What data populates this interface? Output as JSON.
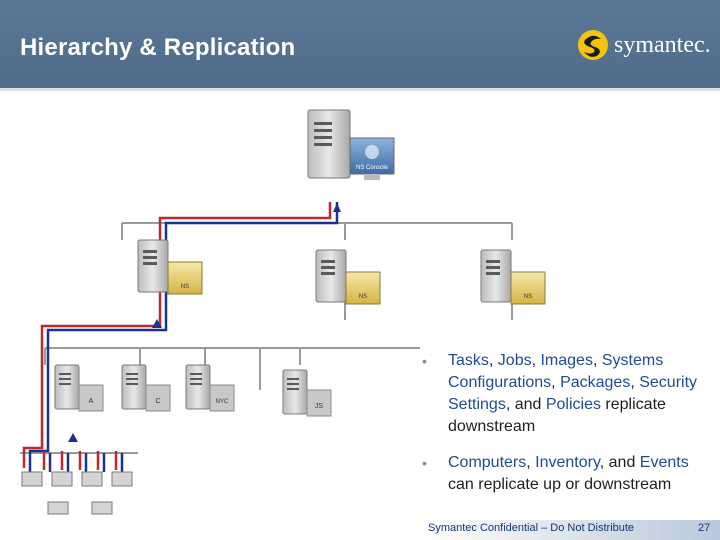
{
  "slide": {
    "title": "Hierarchy & Replication",
    "logo_text": "symantec.",
    "footer_text": "Symantec Confidential – Do Not Distribute",
    "page_number": "27"
  },
  "bullets": [
    {
      "parts": [
        {
          "text": "Tasks",
          "color": "blue"
        },
        {
          "text": ", ",
          "color": "black"
        },
        {
          "text": "Jobs",
          "color": "blue"
        },
        {
          "text": ", ",
          "color": "black"
        },
        {
          "text": "Images",
          "color": "blue"
        },
        {
          "text": ", ",
          "color": "black"
        },
        {
          "text": "Systems Configurations",
          "color": "blue"
        },
        {
          "text": ", ",
          "color": "black"
        },
        {
          "text": "Packages",
          "color": "blue"
        },
        {
          "text": ", ",
          "color": "black"
        },
        {
          "text": "Security Settings",
          "color": "blue"
        },
        {
          "text": ", and ",
          "color": "black"
        },
        {
          "text": "Policies",
          "color": "blue"
        },
        {
          "text": " replicate downstream",
          "color": "black"
        }
      ]
    },
    {
      "parts": [
        {
          "text": "Computers",
          "color": "blue"
        },
        {
          "text": ", ",
          "color": "black"
        },
        {
          "text": "Inventory",
          "color": "blue"
        },
        {
          "text": ", and ",
          "color": "black"
        },
        {
          "text": "Events",
          "color": "blue"
        },
        {
          "text": " can replicate up or downstream",
          "color": "black"
        }
      ]
    }
  ],
  "diagram": {
    "top_server_label": "NS Console",
    "mid_server_labels": [
      "NS",
      "NS",
      "NS"
    ],
    "lower_server_labels": [
      "A",
      "C",
      "NYC",
      "JS"
    ]
  },
  "colors": {
    "header": "#52708f",
    "red_path": "#c0282d",
    "blue_path": "#1f2f8a",
    "connector": "#9a9a9a"
  }
}
